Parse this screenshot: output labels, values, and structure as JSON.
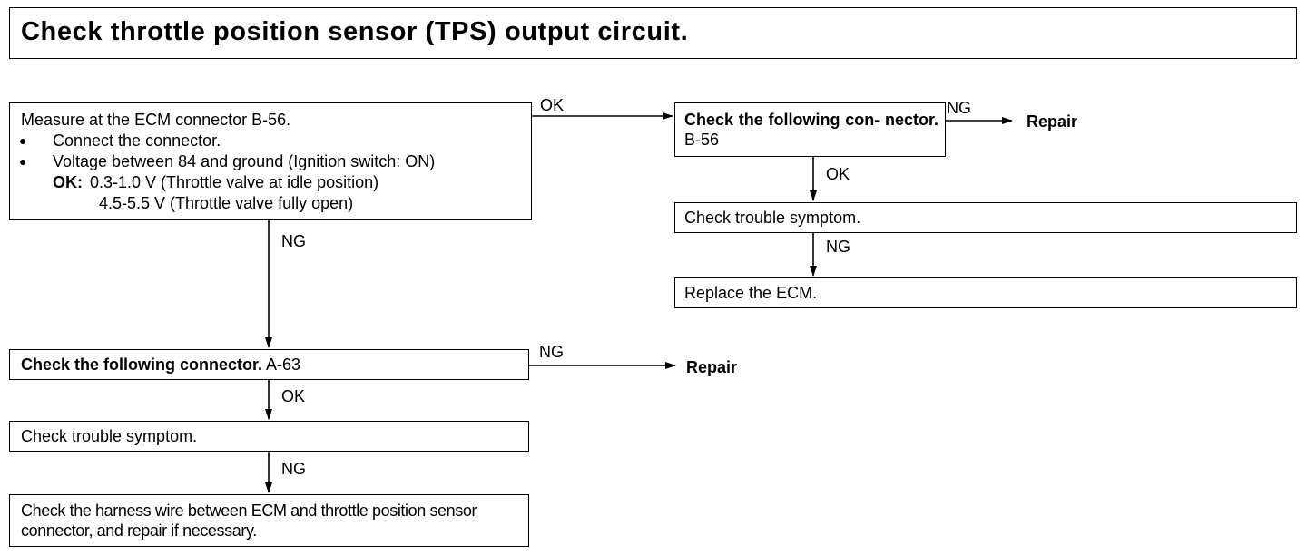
{
  "title": "Check throttle position sensor (TPS) output circuit.",
  "measure_box": {
    "line1": "Measure at the ECM connector B-56.",
    "bullet1": "Connect the connector.",
    "bullet2": "Voltage between 84 and ground (Ignition switch: ON)",
    "ok_label": "OK:",
    "ok_line1": "0.3-1.0 V (Throttle valve at idle position)",
    "ok_line2": "4.5-5.5 V (Throttle valve fully open)"
  },
  "connector_b56_box": {
    "bold_text": "Check the following con- nector.",
    "code": "B-56"
  },
  "trouble_symptom_right": "Check trouble symptom.",
  "replace_ecm": "Replace the ECM.",
  "connector_a63_box": {
    "bold_text": "Check the following connector.",
    "code": "A-63"
  },
  "trouble_symptom_left": "Check trouble symptom.",
  "harness_box": "Check the harness wire between ECM and throttle position sensor connector, and repair if necessary.",
  "labels": {
    "ok": "OK",
    "ng": "NG",
    "repair": "Repair"
  }
}
